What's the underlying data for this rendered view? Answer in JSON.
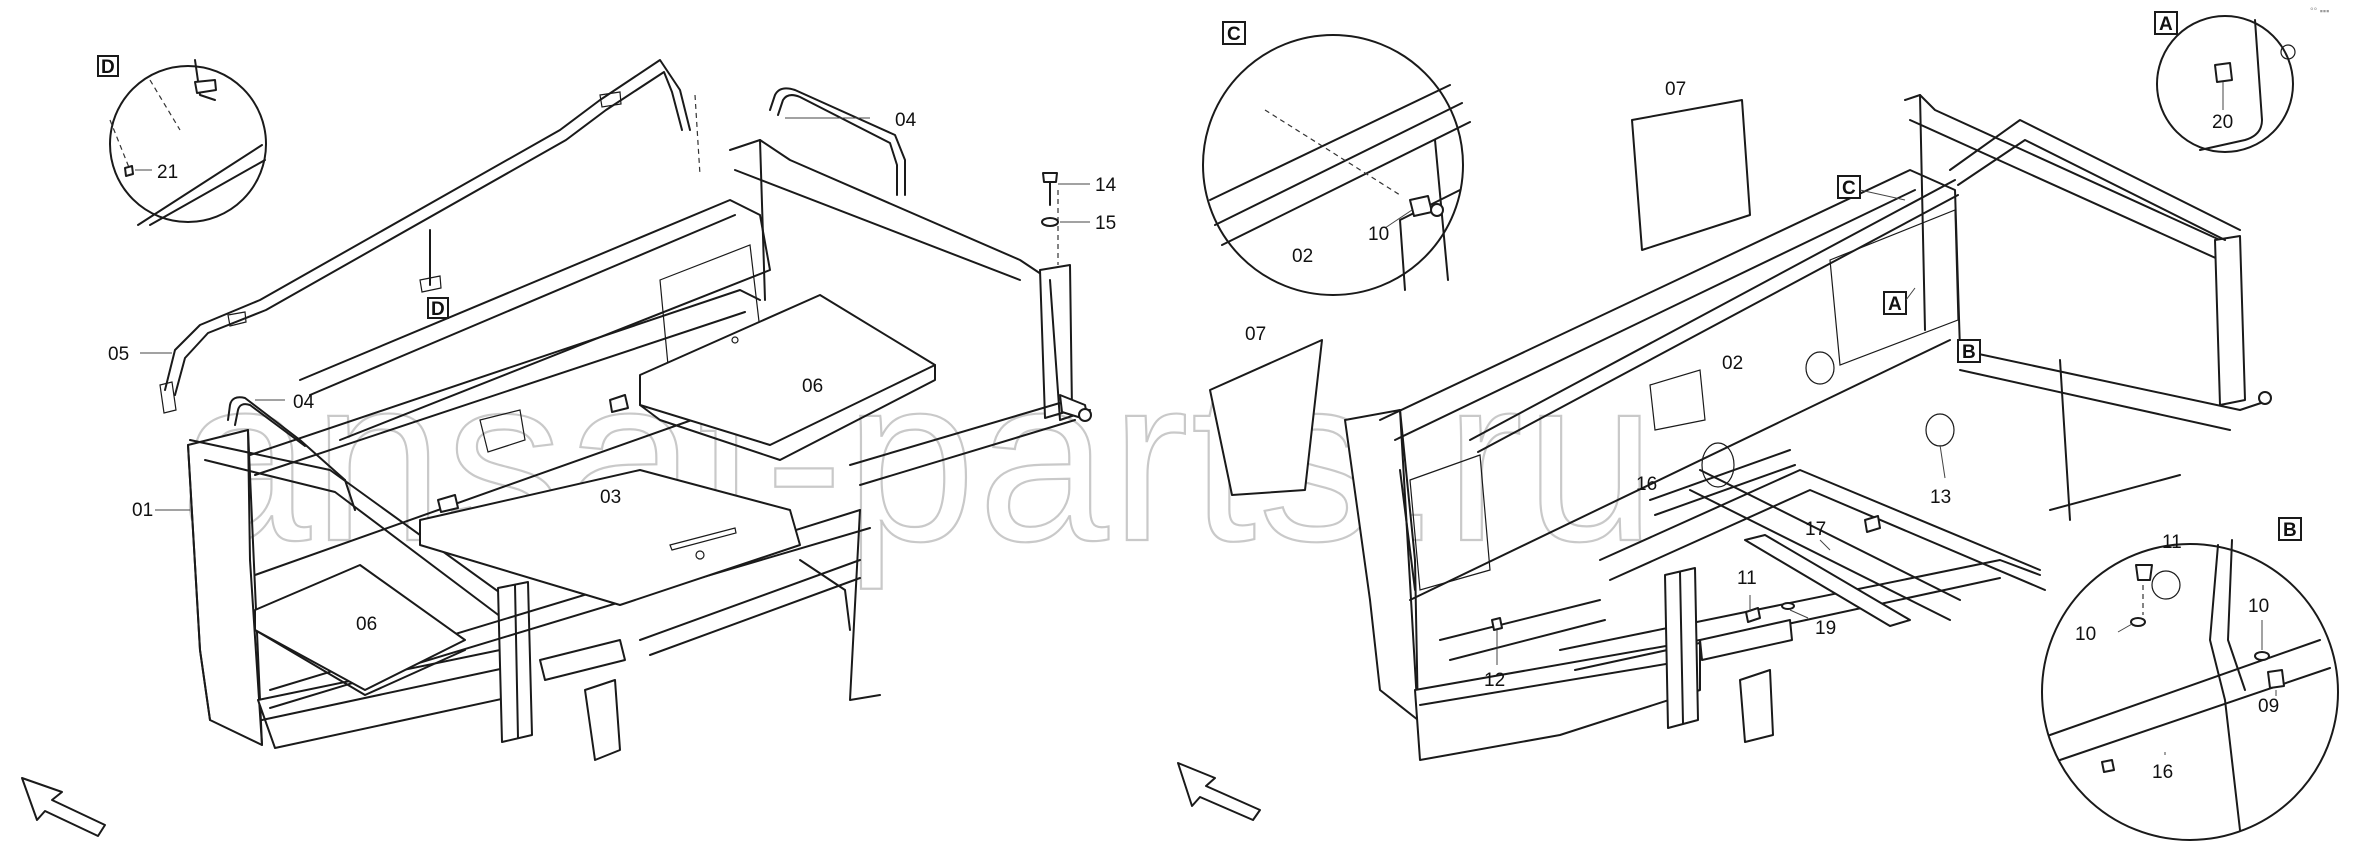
{
  "watermark": "ansat-parts.ru",
  "corner_mark": "°° ▪▪▪",
  "left_view": {
    "part_labels": [
      "01",
      "03",
      "04",
      "04",
      "05",
      "06",
      "06",
      "14",
      "15",
      "21"
    ],
    "detail_refs": [
      "D",
      "D"
    ]
  },
  "right_view": {
    "part_labels": [
      "02",
      "02",
      "07",
      "07",
      "10",
      "10",
      "10",
      "11",
      "11",
      "12",
      "13",
      "16",
      "16",
      "17",
      "19",
      "20",
      "09"
    ],
    "detail_refs": [
      "C",
      "C",
      "A",
      "A",
      "B",
      "B"
    ]
  },
  "details": {
    "D": {
      "title": "D",
      "labels": [
        "21"
      ]
    },
    "C": {
      "title": "C",
      "labels": [
        "02",
        "10"
      ]
    },
    "A": {
      "title": "A",
      "labels": [
        "20"
      ]
    },
    "B": {
      "title": "B",
      "labels": [
        "11",
        "10",
        "10",
        "09",
        "16"
      ]
    }
  },
  "direction_arrows": [
    "left-view-arrow",
    "right-view-arrow"
  ]
}
